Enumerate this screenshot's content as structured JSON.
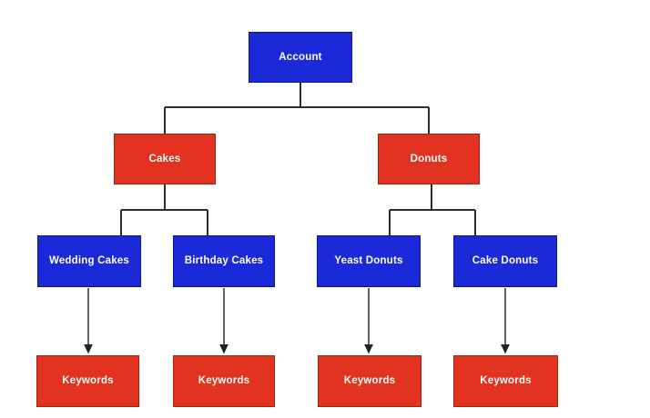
{
  "diagram": {
    "type": "hierarchy-tree",
    "nodes": {
      "account": {
        "label": "Account",
        "color": "blue"
      },
      "cakes": {
        "label": "Cakes",
        "color": "red"
      },
      "donuts": {
        "label": "Donuts",
        "color": "red"
      },
      "wedding_cakes": {
        "label": "Wedding Cakes",
        "color": "blue"
      },
      "birthday_cakes": {
        "label": "Birthday Cakes",
        "color": "blue"
      },
      "yeast_donuts": {
        "label": "Yeast Donuts",
        "color": "blue"
      },
      "cake_donuts": {
        "label": "Cake Donuts",
        "color": "blue"
      },
      "keywords_1": {
        "label": "Keywords",
        "color": "red"
      },
      "keywords_2": {
        "label": "Keywords",
        "color": "red"
      },
      "keywords_3": {
        "label": "Keywords",
        "color": "red"
      },
      "keywords_4": {
        "label": "Keywords",
        "color": "red"
      }
    },
    "edges": [
      {
        "from": "account",
        "to": "cakes",
        "arrow": false
      },
      {
        "from": "account",
        "to": "donuts",
        "arrow": false
      },
      {
        "from": "cakes",
        "to": "wedding_cakes",
        "arrow": false
      },
      {
        "from": "cakes",
        "to": "birthday_cakes",
        "arrow": false
      },
      {
        "from": "donuts",
        "to": "yeast_donuts",
        "arrow": false
      },
      {
        "from": "donuts",
        "to": "cake_donuts",
        "arrow": false
      },
      {
        "from": "wedding_cakes",
        "to": "keywords_1",
        "arrow": true
      },
      {
        "from": "birthday_cakes",
        "to": "keywords_2",
        "arrow": true
      },
      {
        "from": "yeast_donuts",
        "to": "keywords_3",
        "arrow": true
      },
      {
        "from": "cake_donuts",
        "to": "keywords_4",
        "arrow": true
      }
    ],
    "colors": {
      "blue": "#1a2ad8",
      "red": "#e23320",
      "line": "#2d2d2d",
      "text": "#ffffff",
      "bg": "#ffffff"
    }
  }
}
